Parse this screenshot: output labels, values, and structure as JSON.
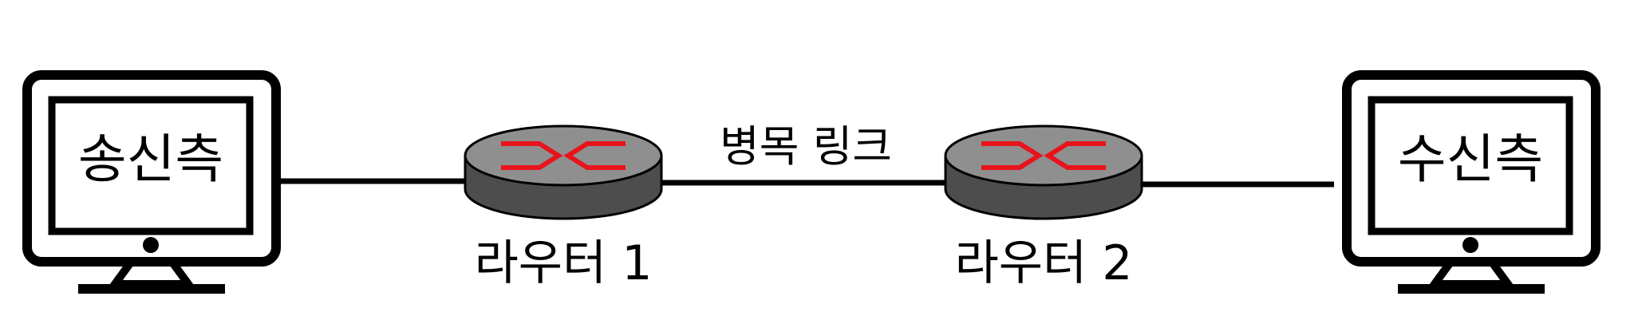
{
  "nodes": {
    "sender": {
      "label": "송신측",
      "icon": "monitor-icon"
    },
    "router1": {
      "label": "라우터 1",
      "icon": "router-icon"
    },
    "router2": {
      "label": "라우터 2",
      "icon": "router-icon"
    },
    "receiver": {
      "label": "수신측",
      "icon": "monitor-icon"
    }
  },
  "links": {
    "bottleneck": {
      "label": "병목 링크"
    }
  },
  "colors": {
    "line": "#000000",
    "router_body": "#4d4d4d",
    "router_top": "#8f8f8f",
    "router_arrows": "#e8141c"
  }
}
